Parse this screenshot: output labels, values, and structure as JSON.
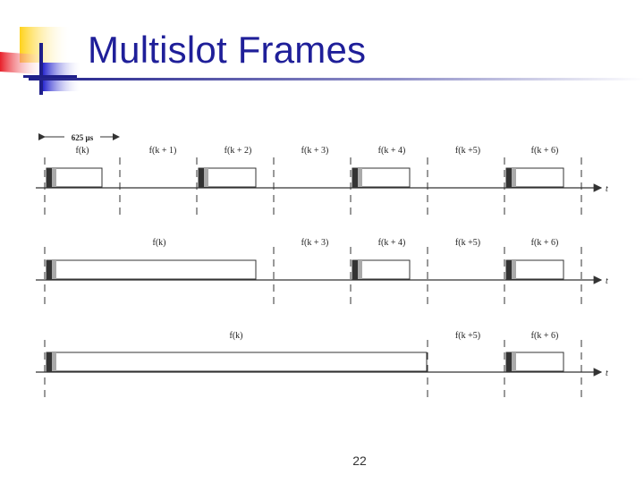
{
  "slide": {
    "title": "Multislot Frames",
    "page_number": "22"
  },
  "diagram": {
    "slot_duration_label": "625 µs",
    "time_axis_label": "t",
    "rows": [
      {
        "frame_labels": [
          "f(k)",
          "f(k + 1)",
          "f(k + 2)",
          "f(k + 3)",
          "f(k + 4)",
          "f(k +5)",
          "f(k + 6)"
        ]
      },
      {
        "frame_labels": [
          "f(k)",
          "f(k + 3)",
          "f(k + 4)",
          "f(k +5)",
          "f(k + 6)"
        ]
      },
      {
        "frame_labels": [
          "f(k)",
          "f(k +5)",
          "f(k + 6)"
        ]
      }
    ]
  },
  "colors": {
    "title": "#1f1f99",
    "logo_yellow": "#ffd21a",
    "logo_red": "#e8202a",
    "logo_blue": "#2a2ad0"
  },
  "icons": [
    "slide-logo-icon"
  ]
}
